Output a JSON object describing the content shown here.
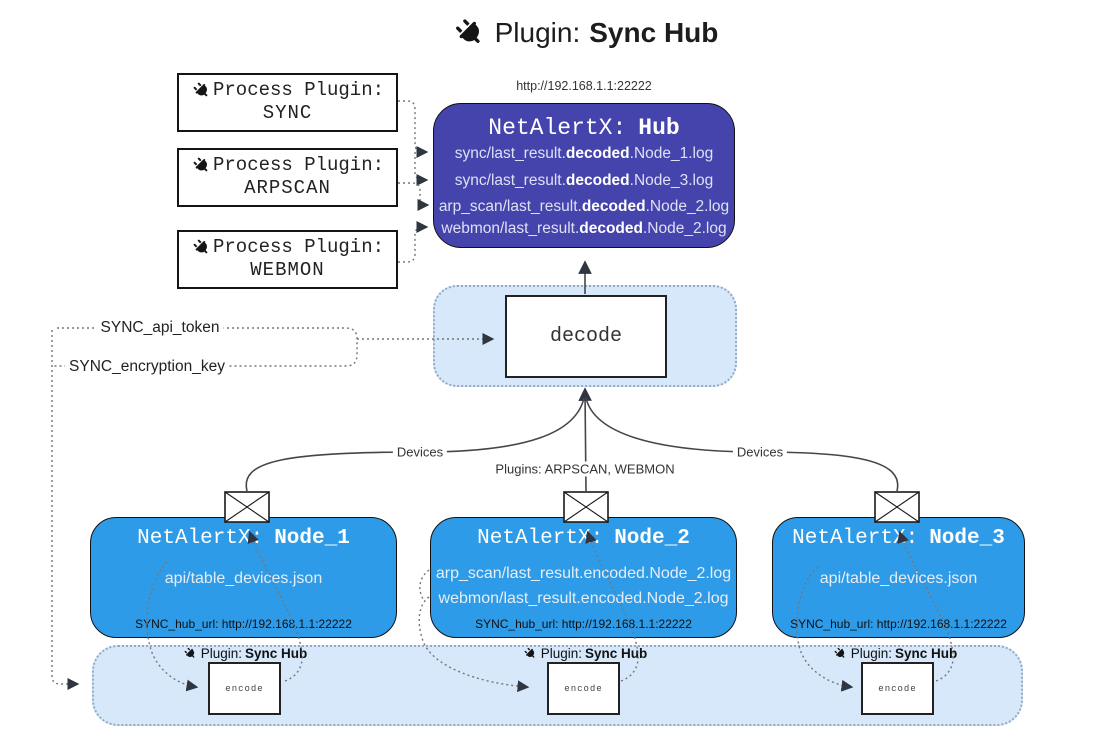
{
  "colors": {
    "hub_bg": "#4444ac",
    "node_bg": "#2e9be8",
    "panel_bg": "#d6e8f9",
    "panel_border": "#93a9c4",
    "line": "#45454d",
    "dotted": "#767676",
    "arrow": "#2f3640"
  },
  "title": {
    "label": "Plugin:",
    "name": "Sync Hub",
    "icon": "plug-icon"
  },
  "process_plugins": [
    {
      "label": "Process Plugin:",
      "name": "SYNC"
    },
    {
      "label": "Process Plugin:",
      "name": "ARPSCAN"
    },
    {
      "label": "Process Plugin:",
      "name": "WEBMON"
    }
  ],
  "hub": {
    "url": "http://192.168.1.1:22222",
    "title_label": "NetAlertX:",
    "title_name": "Hub",
    "lines": [
      {
        "pre": "sync/last_result.",
        "bold": "decoded",
        "post": ".Node_1.log"
      },
      {
        "pre": "sync/last_result.",
        "bold": "decoded",
        "post": ".Node_3.log"
      },
      {
        "pre": "arp_scan/last_result.",
        "bold": "decoded",
        "post": ".Node_2.log"
      },
      {
        "pre": "webmon/last_result.",
        "bold": "decoded",
        "post": ".Node_2.log"
      }
    ]
  },
  "decode": {
    "label": "decode"
  },
  "settings": {
    "api_token": "SYNC_api_token",
    "encryption_key": "SYNC_encryption_key"
  },
  "edges": {
    "devices_left": "Devices",
    "devices_right": "Devices",
    "plugins": "Plugins: ARPSCAN, WEBMON"
  },
  "nodes": [
    {
      "title_label": "NetAlertX:",
      "title_name": "Node_1",
      "lines": [
        "api/table_devices.json"
      ],
      "hub_url": "SYNC_hub_url: http://192.168.1.1:22222"
    },
    {
      "title_label": "NetAlertX:",
      "title_name": "Node_2",
      "lines": [
        "arp_scan/last_result.encoded.Node_2.log",
        "webmon/last_result.encoded.Node_2.log"
      ],
      "hub_url": "SYNC_hub_url: http://192.168.1.1:22222"
    },
    {
      "title_label": "NetAlertX:",
      "title_name": "Node_3",
      "lines": [
        "api/table_devices.json"
      ],
      "hub_url": "SYNC_hub_url: http://192.168.1.1:22222"
    }
  ],
  "encoders": [
    {
      "label": "Plugin:",
      "name": "Sync Hub",
      "box": "encode"
    },
    {
      "label": "Plugin:",
      "name": "Sync Hub",
      "box": "encode"
    },
    {
      "label": "Plugin:",
      "name": "Sync Hub",
      "box": "encode"
    }
  ]
}
